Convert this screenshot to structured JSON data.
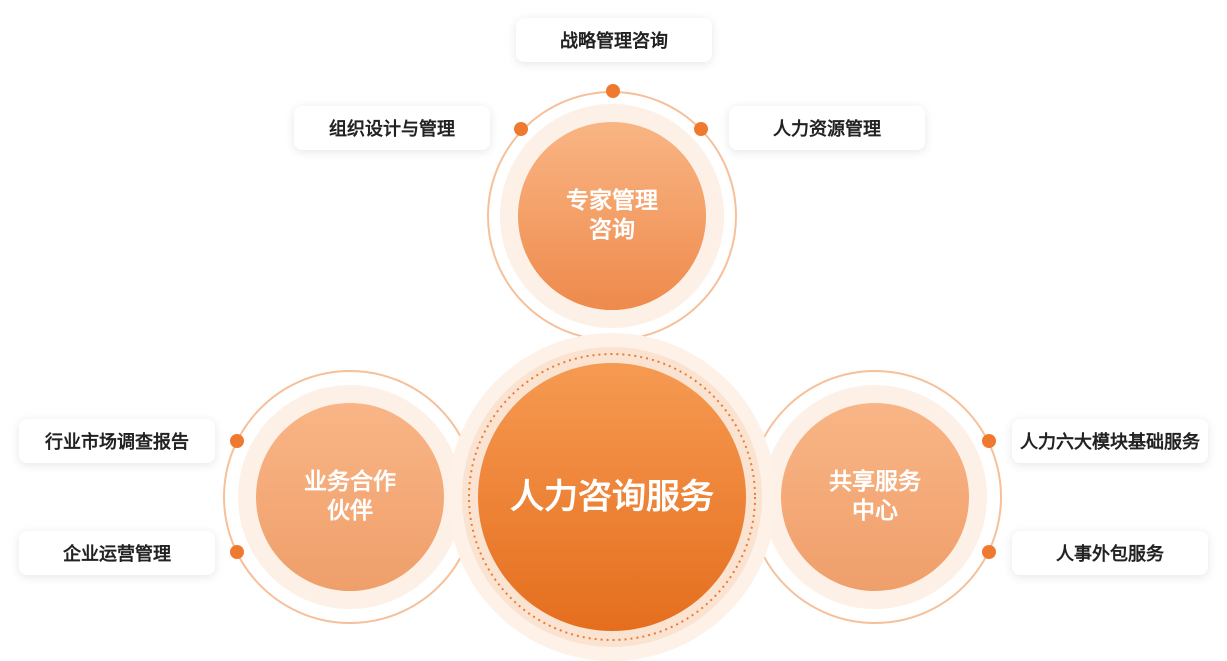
{
  "center": {
    "title": "人力咨询服务"
  },
  "hubs": {
    "expert": {
      "line1": "专家管理",
      "line2": "咨询"
    },
    "partner": {
      "line1": "业务合作",
      "line2": "伙伴"
    },
    "shared": {
      "line1": "共享服务",
      "line2": "中心"
    }
  },
  "labels": {
    "strategy": "战略管理咨询",
    "org_design": "组织设计与管理",
    "hr_management": "人力资源管理",
    "market_research": "行业市场调查报告",
    "enterprise_ops": "企业运营管理",
    "six_modules": "人力六大模块基础服务",
    "outsourcing": "人事外包服务"
  },
  "colors": {
    "accent": "#EF7A2F",
    "accent_light": "#F8B07E",
    "accent_dark": "#E56E1E",
    "halo": "#FCEEE4",
    "ring": "#F2A46B"
  }
}
